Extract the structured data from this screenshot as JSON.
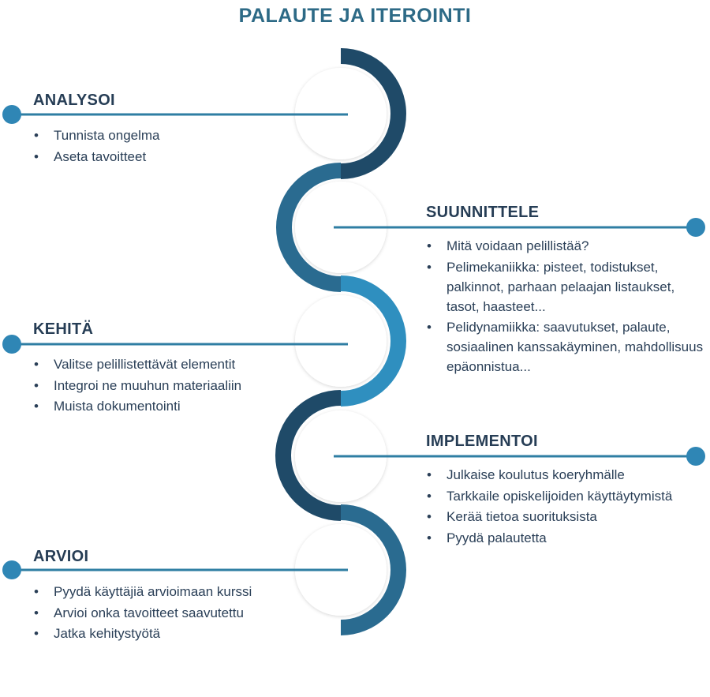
{
  "title": "PALAUTE JA ITEROINTI",
  "colors": {
    "title": "#2d6a86",
    "line": "#2f7ea3",
    "dot": "#2f86b5",
    "heading": "#263d55",
    "seg_dark": "#1f4a68",
    "seg_mid": "#2a6b90",
    "seg_light": "#2f8fbf"
  },
  "sections": {
    "analysoi": {
      "heading": "ANALYSOI",
      "items": [
        "Tunnista ongelma",
        "Aseta tavoitteet"
      ]
    },
    "suunnittele": {
      "heading": "SUUNNITTELE",
      "items": [
        "Mitä voidaan pelillistää?",
        "Pelimekaniikka: pisteet, todistukset, palkinnot, parhaan pelaajan listaukset, tasot, haasteet...",
        "Pelidynamiikka: saavutukset, palaute, sosiaalinen kanssakäyminen, mahdollisuus epäonnistua..."
      ]
    },
    "kehita": {
      "heading": "KEHITÄ",
      "items": [
        "Valitse pelillistettävät elementit",
        "Integroi ne muuhun materiaaliin",
        "Muista dokumentointi"
      ]
    },
    "implementoi": {
      "heading": "IMPLEMENTOI",
      "items": [
        "Julkaise koulutus koeryhmälle",
        "Tarkkaile opiskelijoiden käyttäytymistä",
        "Kerää tietoa suorituksista",
        "Pyydä palautetta"
      ]
    },
    "arvioi": {
      "heading": "ARVIOI",
      "items": [
        "Pyydä käyttäjiä arvioimaan kurssi",
        "Arvioi onka tavoitteet saavutettu",
        "Jatka kehitystyötä"
      ]
    }
  }
}
